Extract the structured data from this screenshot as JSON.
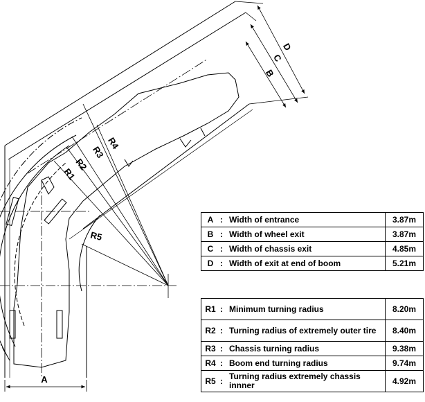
{
  "diagram": {
    "dimension_labels": {
      "A": "A",
      "B": "B",
      "C": "C",
      "D": "D",
      "R1": "R1",
      "R2": "R2",
      "R3": "R3",
      "R4": "R4",
      "R5": "R5"
    }
  },
  "width_table": {
    "rows": [
      {
        "key": "A",
        "colon": ":",
        "desc": "Width of entrance",
        "value": "3.87m"
      },
      {
        "key": "B",
        "colon": ":",
        "desc": "Width of wheel exit",
        "value": "3.87m"
      },
      {
        "key": "C",
        "colon": ":",
        "desc": "Width of chassis exit",
        "value": "4.85m"
      },
      {
        "key": "D",
        "colon": ":",
        "desc": "Width of exit at end of boom",
        "value": "5.21m"
      }
    ]
  },
  "radius_table": {
    "rows": [
      {
        "key": "R1",
        "colon": ":",
        "desc": "Minimum turning radius",
        "value": "8.20m"
      },
      {
        "key": "R2",
        "colon": ":",
        "desc": "Turning radius of extremely outer tire",
        "value": "8.40m"
      },
      {
        "key": "R3",
        "colon": ":",
        "desc": "Chassis turning radius",
        "value": "9.38m"
      },
      {
        "key": "R4",
        "colon": ":",
        "desc": "Boom end turning radius",
        "value": "9.74m"
      },
      {
        "key": "R5",
        "colon": ":",
        "desc": "Turning radius extremely chassis innner",
        "value": "4.92m"
      }
    ]
  }
}
